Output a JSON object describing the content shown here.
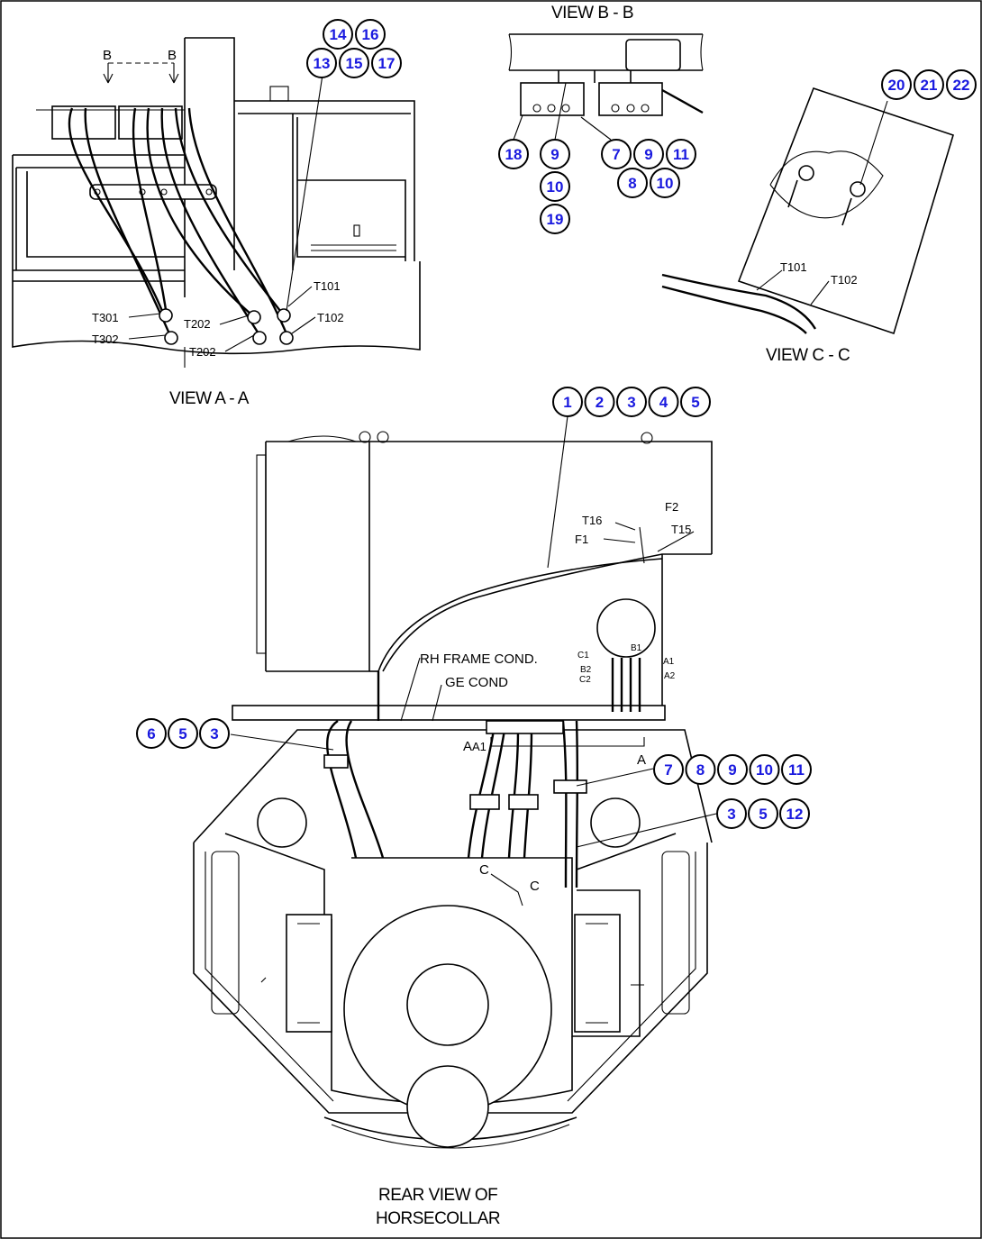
{
  "views": {
    "view_a": {
      "title": "VIEW A - A"
    },
    "view_b": {
      "title": "VIEW B - B"
    },
    "view_c": {
      "title": "VIEW C - C"
    },
    "rear": {
      "title_line1": "REAR VIEW OF",
      "title_line2": "HORSECOLLAR"
    }
  },
  "section_markers": {
    "b_left": "B",
    "b_right": "B",
    "a_left": "A",
    "a_right": "A",
    "c_left": "C",
    "c_right": "C"
  },
  "wire_labels": {
    "view_a": {
      "t101": "T101",
      "t102": "T102",
      "t202a": "T202",
      "t202b": "T202",
      "t301": "T301",
      "t302": "T302"
    },
    "view_c": {
      "t101": "T101",
      "t102": "T102"
    },
    "rear": {
      "t16": "T16",
      "t15": "T15",
      "f1": "F1",
      "f2": "F2",
      "c1": "C1",
      "b2": "B2",
      "c2": "C2",
      "b1": "B1",
      "a1": "A1",
      "a2": "A2",
      "a1_lower": "A1",
      "rh_frame_cond": "RH FRAME COND.",
      "ge_cond": "GE COND"
    }
  },
  "callouts": {
    "view_a_top": [
      "14",
      "16"
    ],
    "view_a_bottom": [
      "13",
      "15",
      "17"
    ],
    "view_b_left": [
      "18"
    ],
    "view_b_col": [
      "9",
      "10",
      "19"
    ],
    "view_b_right_top": [
      "7",
      "9",
      "11"
    ],
    "view_b_right_bottom": [
      "8",
      "10"
    ],
    "view_c": [
      "20",
      "21",
      "22"
    ],
    "rear_top": [
      "1",
      "2",
      "3",
      "4",
      "5"
    ],
    "rear_left": [
      "6",
      "5",
      "3"
    ],
    "rear_right_a": [
      "7",
      "8",
      "9",
      "10",
      "11"
    ],
    "rear_right_b": [
      "3",
      "5",
      "12"
    ]
  }
}
